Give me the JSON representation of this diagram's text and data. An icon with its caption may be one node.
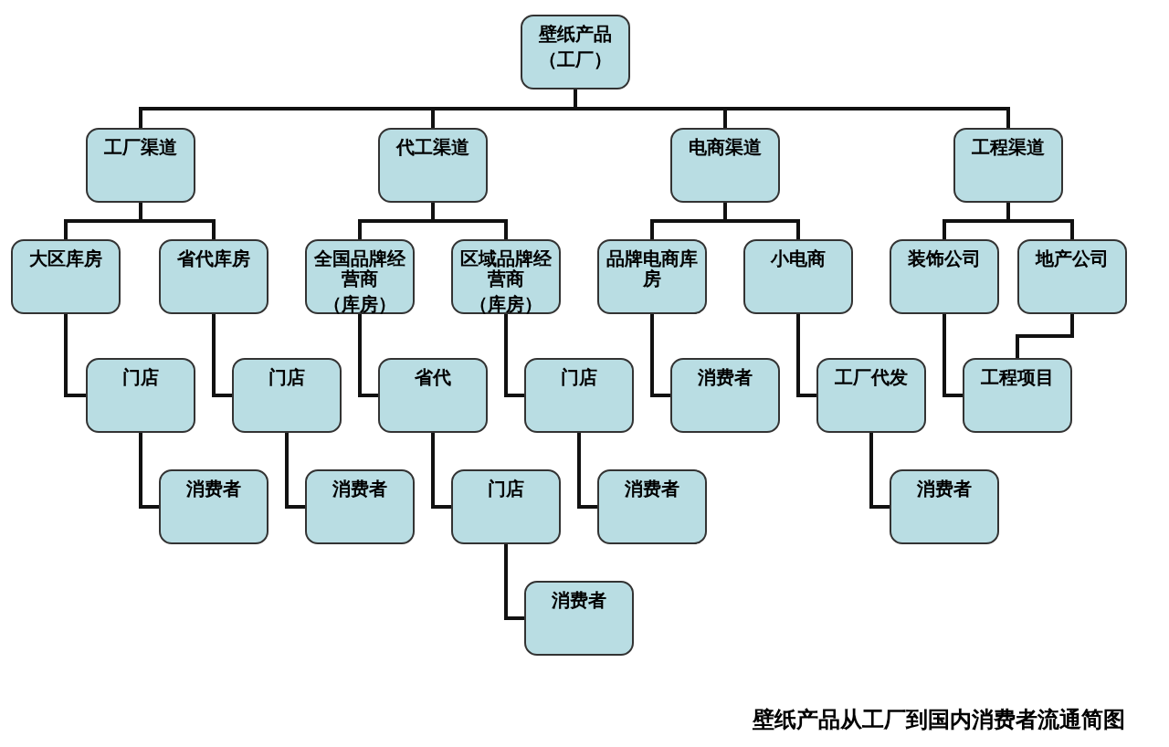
{
  "diagram": {
    "caption": "壁纸产品从工厂到国内消费者流通简图",
    "nodes": [
      {
        "text": [
          "壁纸产品",
          "（工厂）"
        ]
      },
      {
        "text": [
          "工厂渠道"
        ]
      },
      {
        "text": [
          "代工渠道"
        ]
      },
      {
        "text": [
          "电商渠道"
        ]
      },
      {
        "text": [
          "工程渠道"
        ]
      },
      {
        "text": [
          "大区库房"
        ]
      },
      {
        "text": [
          "省代库房"
        ]
      },
      {
        "text": [
          "全国品牌经营商",
          "（库房）"
        ]
      },
      {
        "text": [
          "区域品牌经营商",
          "（库房）"
        ]
      },
      {
        "text": [
          "品牌电商库房"
        ]
      },
      {
        "text": [
          "小电商"
        ]
      },
      {
        "text": [
          "装饰公司"
        ]
      },
      {
        "text": [
          "地产公司"
        ]
      },
      {
        "text": [
          "门店"
        ]
      },
      {
        "text": [
          "门店"
        ]
      },
      {
        "text": [
          "省代"
        ]
      },
      {
        "text": [
          "门店"
        ]
      },
      {
        "text": [
          "消费者"
        ]
      },
      {
        "text": [
          "工厂代发"
        ]
      },
      {
        "text": [
          "工程项目"
        ]
      },
      {
        "text": [
          "消费者"
        ]
      },
      {
        "text": [
          "消费者"
        ]
      },
      {
        "text": [
          "门店"
        ]
      },
      {
        "text": [
          "消费者"
        ]
      },
      {
        "text": [
          "消费者"
        ]
      },
      {
        "text": [
          "消费者"
        ]
      }
    ],
    "edges": [
      {
        "from": 0,
        "to": 1,
        "arrow": "none"
      },
      {
        "from": 0,
        "to": 2,
        "arrow": "none"
      },
      {
        "from": 0,
        "to": 3,
        "arrow": "none"
      },
      {
        "from": 0,
        "to": 4,
        "arrow": "none"
      },
      {
        "from": 1,
        "to": 5,
        "arrow": "none"
      },
      {
        "from": 1,
        "to": 6,
        "arrow": "none"
      },
      {
        "from": 2,
        "to": 7,
        "arrow": "none"
      },
      {
        "from": 2,
        "to": 8,
        "arrow": "none"
      },
      {
        "from": 3,
        "to": 9,
        "arrow": "none"
      },
      {
        "from": 3,
        "to": 10,
        "arrow": "none"
      },
      {
        "from": 4,
        "to": 11,
        "arrow": "none"
      },
      {
        "from": 4,
        "to": 12,
        "arrow": "none"
      },
      {
        "from": 5,
        "to": 13,
        "arrow": "none"
      },
      {
        "from": 6,
        "to": 14,
        "arrow": "none"
      },
      {
        "from": 7,
        "to": 15,
        "arrow": "none"
      },
      {
        "from": 8,
        "to": 16,
        "arrow": "none"
      },
      {
        "from": 9,
        "to": 17,
        "arrow": "none"
      },
      {
        "from": 10,
        "to": 18,
        "arrow": "none"
      },
      {
        "from": 11,
        "to": 19,
        "arrow": "none"
      },
      {
        "from": 12,
        "to": 19,
        "arrow": "none"
      },
      {
        "from": 13,
        "to": 20,
        "arrow": "none"
      },
      {
        "from": 14,
        "to": 21,
        "arrow": "none"
      },
      {
        "from": 15,
        "to": 22,
        "arrow": "none"
      },
      {
        "from": 16,
        "to": 23,
        "arrow": "none"
      },
      {
        "from": 18,
        "to": 24,
        "arrow": "none"
      },
      {
        "from": 22,
        "to": 25,
        "arrow": "none"
      }
    ]
  }
}
